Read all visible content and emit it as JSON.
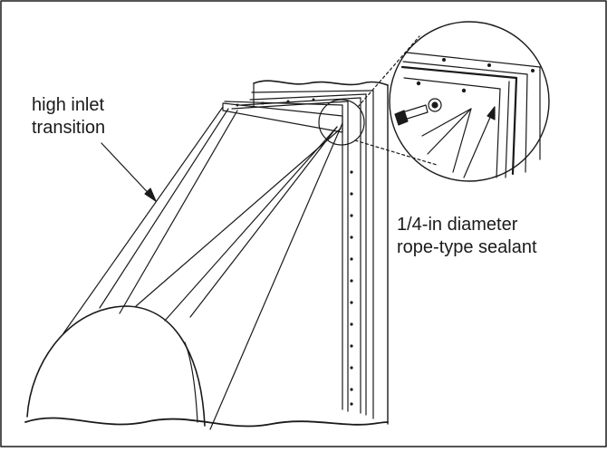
{
  "figure": {
    "callouts": {
      "transition": {
        "line1": "high inlet",
        "line2": "transition"
      },
      "sealant": {
        "line1": "1/4-in diameter",
        "line2": "rope-type sealant"
      }
    },
    "colors": {
      "ink": "#1a1a1a",
      "background": "#ffffff"
    }
  }
}
